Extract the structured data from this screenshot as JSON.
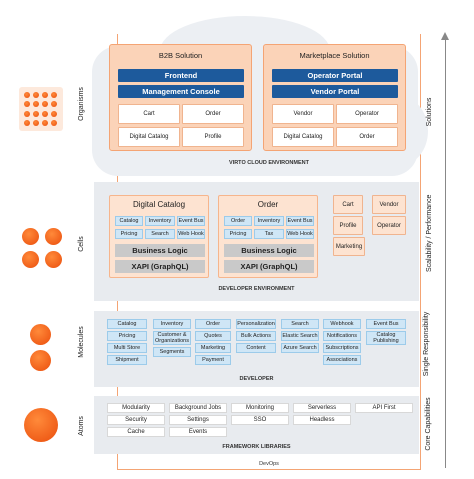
{
  "levels": {
    "organisms": "Organisms",
    "cells": "Cells",
    "molecules": "Molecules",
    "atoms": "Atoms"
  },
  "right_labels": {
    "solutions": "Solutions",
    "scalability": "Scalability / Performance",
    "single_resp": "Single Responsibility",
    "core_cap": "Core Capabilities"
  },
  "organisms": {
    "b2b": {
      "title": "B2B Solution",
      "buttons": [
        "Frontend",
        "Management Console"
      ],
      "cells": [
        "Cart",
        "Order",
        "Digital Catalog",
        "Profile"
      ]
    },
    "marketplace": {
      "title": "Marketplace Solution",
      "buttons": [
        "Operator Portal",
        "Vendor Portal"
      ],
      "cells": [
        "Vendor",
        "Operator",
        "Digital Catalog",
        "Order"
      ]
    },
    "footer": "VIRTO CLOUD ENVIRONMENT"
  },
  "cells": {
    "digital_catalog": {
      "title": "Digital Catalog",
      "items": [
        "Catalog",
        "Inventory",
        "Event Bus",
        "Pricing",
        "Search",
        "Web Hook"
      ],
      "logic": "Business Logic",
      "api": "XAPI (GraphQL)"
    },
    "order": {
      "title": "Order",
      "items": [
        "Order",
        "Inventory",
        "Event Bus",
        "Pricing",
        "Tax",
        "Web Hook"
      ],
      "logic": "Business Logic",
      "api": "XAPI (GraphQL)"
    },
    "small": [
      "Cart",
      "Vendor",
      "Profile",
      "Operator",
      "Marketing"
    ],
    "footer": "DEVELOPER ENVIRONMENT"
  },
  "molecules": {
    "col1": [
      "Catalog",
      "Pricing",
      "Multi Store",
      "Shipment"
    ],
    "col2": [
      "Inventory",
      "Customer & Organizations",
      "Segments"
    ],
    "col3": [
      "Order",
      "Quotes",
      "Marketing",
      "Payment"
    ],
    "col4": [
      "Personalization",
      "Bulk Actions",
      "Content"
    ],
    "col5": [
      "Search",
      "Elastic Search",
      "Azure Search"
    ],
    "col6": [
      "Webhook",
      "Notifications",
      "Subscriptions",
      "Associations"
    ],
    "col7": [
      "Event Bus",
      "Catalog Publishing"
    ],
    "footer": "DEVELOPER"
  },
  "atoms": {
    "rows": [
      [
        "Modularity",
        "Background Jobs",
        "Monitoring",
        "Serverless",
        "API First"
      ],
      [
        "Security",
        "Settings",
        "SSO",
        "Headless"
      ],
      [
        "Cache",
        "Events"
      ]
    ],
    "footer": "FRAMEWORK LIBRARIES",
    "devops": "DevOps"
  },
  "colors": {
    "accent": "#ea4d0c",
    "blue": "#1d5a9c",
    "light_blue": "#cfe6f6",
    "orange_box": "#fbd3b8"
  }
}
